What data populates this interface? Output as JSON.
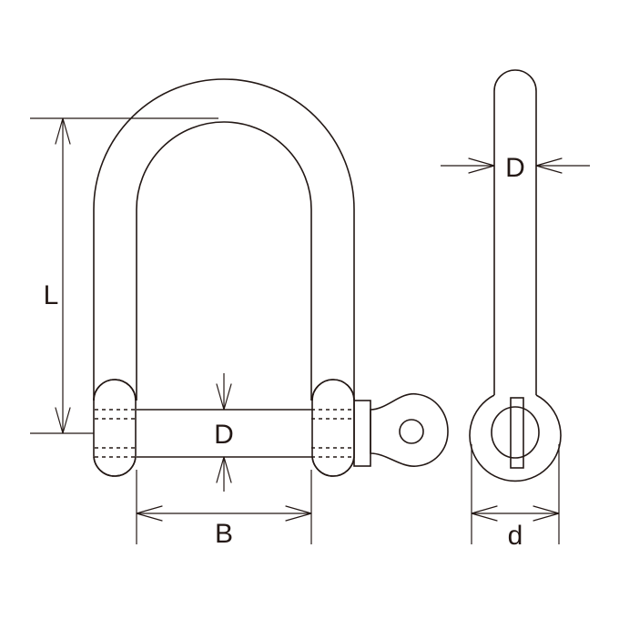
{
  "labels": {
    "length": "L",
    "pin_diameter_front": "D",
    "inner_width": "B",
    "pin_diameter_side": "D",
    "thickness": "d"
  },
  "colors": {
    "line": "#231815",
    "background": "#ffffff"
  }
}
